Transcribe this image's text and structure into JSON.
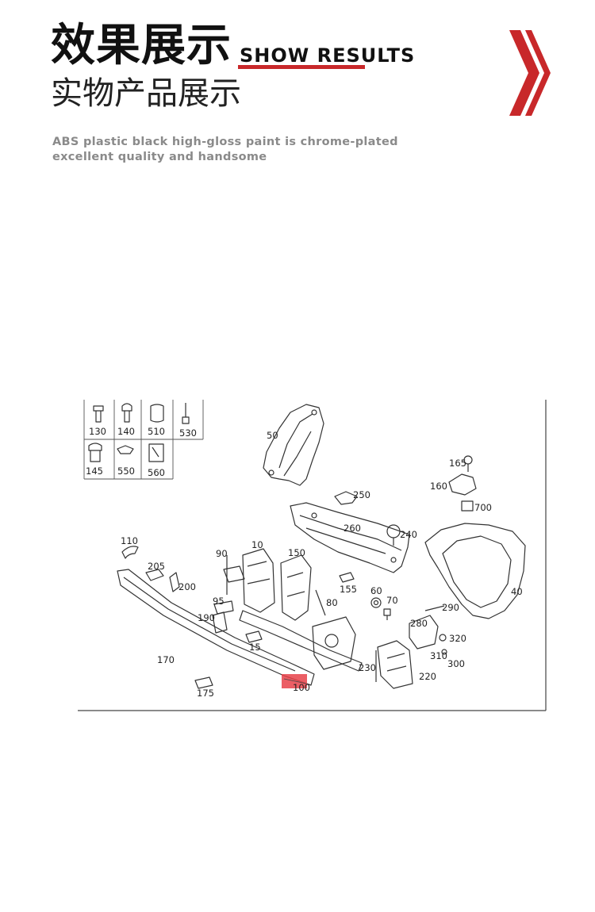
{
  "header": {
    "title_cn": "效果展示",
    "title_en": "SHOW RESULTS",
    "subtitle_cn": "实物产品展示",
    "desc_line1": "ABS plastic black high-gloss paint is chrome-plated",
    "desc_line2": "excellent quality and handsome"
  },
  "colors": {
    "accent": "#c8282a",
    "highlight": "#e8424a",
    "text": "#111111",
    "desc": "#8a8a8a"
  },
  "diagram": {
    "fastener_labels": [
      "130",
      "140",
      "510",
      "530",
      "145",
      "550",
      "560"
    ],
    "part_labels": {
      "p50": "50",
      "p250": "250",
      "p260": "260",
      "p240": "240",
      "p165": "165",
      "p160": "160",
      "p700": "700",
      "p40": "40",
      "p110": "110",
      "p205": "205",
      "p200": "200",
      "p90": "90",
      "p10": "10",
      "p150": "150",
      "p155": "155",
      "p60": "60",
      "p70": "70",
      "p95": "95",
      "p80": "80",
      "p190": "190",
      "p15": "15",
      "p290": "290",
      "p280": "280",
      "p320": "320",
      "p310": "310",
      "p300": "300",
      "p170": "170",
      "p230": "230",
      "p220": "220",
      "p175": "175",
      "p100": "100"
    },
    "highlighted_part": "100"
  }
}
